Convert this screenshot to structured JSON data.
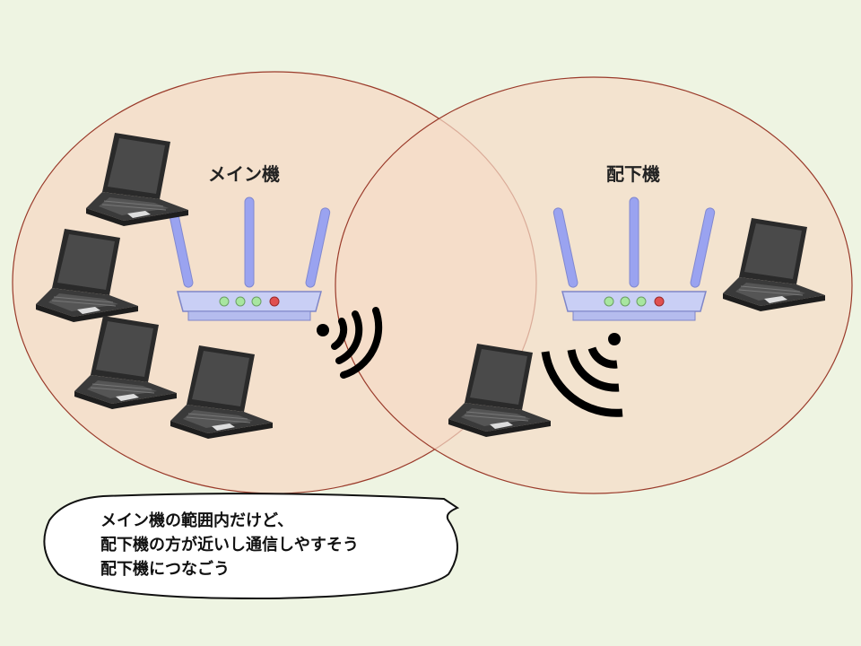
{
  "diagram": {
    "main_router_label": "メイン機",
    "sub_router_label": "配下機",
    "speech_lines": [
      "メイン機の範囲内だけど、",
      "配下機の方が近いし通信しやすそう",
      "配下機につなごう"
    ]
  },
  "colors": {
    "background": "#eef4e2",
    "coverage_fill": "#f5dcc8",
    "coverage_stroke": "#9a3a2a",
    "router_body": "#c9cff5",
    "antenna": "#9aa3f0",
    "led_green": "#a8e6a0",
    "led_red": "#e05050"
  }
}
